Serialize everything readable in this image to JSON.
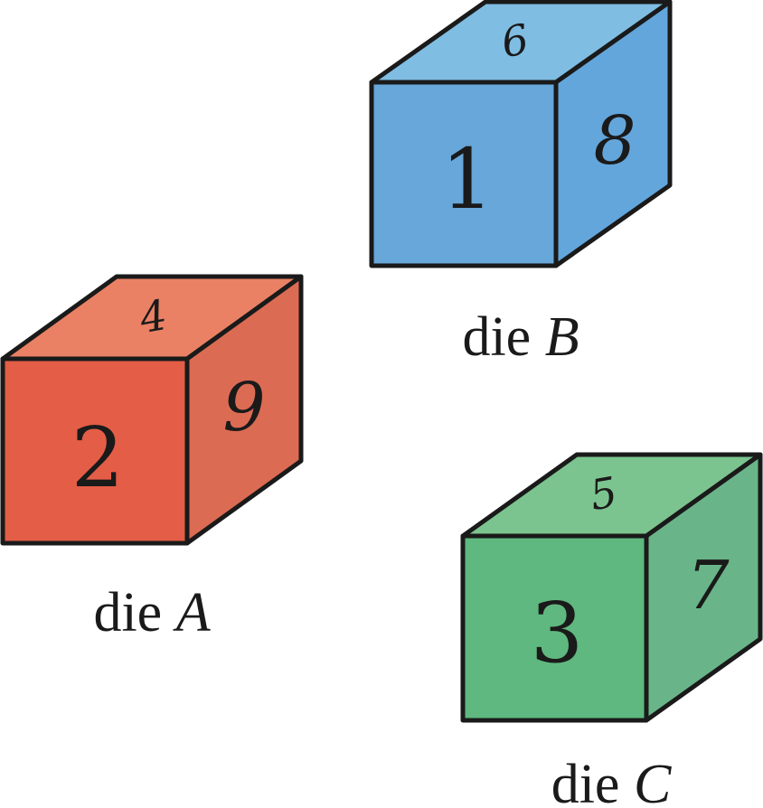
{
  "dice": [
    {
      "id": "a",
      "caption_prefix": "die",
      "caption_var": "A",
      "front": "2",
      "top": "4",
      "side": "9",
      "colors": {
        "front": "#e35d47",
        "top": "#ea8164",
        "side": "#dc6b53"
      }
    },
    {
      "id": "b",
      "caption_prefix": "die",
      "caption_var": "B",
      "front": "1",
      "top": "6",
      "side": "8",
      "colors": {
        "front": "#67a7da",
        "top": "#7fbde3",
        "side": "#63a6dc"
      }
    },
    {
      "id": "c",
      "caption_prefix": "die",
      "caption_var": "C",
      "front": "3",
      "top": "5",
      "side": "7",
      "colors": {
        "front": "#5fb87f",
        "top": "#7cc48f",
        "side": "#69b589"
      }
    }
  ]
}
